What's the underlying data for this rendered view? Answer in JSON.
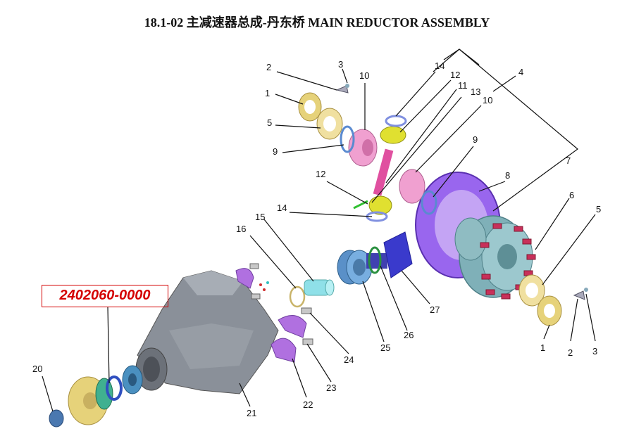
{
  "title": "18.1-02  主减速器总成-丹东桥  MAIN REDUCTOR ASSEMBLY",
  "part_number": "2402060-0000",
  "callouts": {
    "c1a": "1",
    "c2a": "2",
    "c3a": "3",
    "c10a": "10",
    "c14a": "14",
    "c12a": "12",
    "c4": "4",
    "c11": "11",
    "c13": "13",
    "c10b": "10",
    "c5a": "5",
    "c9a": "9",
    "c9b": "9",
    "c12b": "12",
    "c8": "8",
    "c7": "7",
    "c6": "6",
    "c5b": "5",
    "c14b": "14",
    "c16": "16",
    "c15": "15",
    "c1b": "1",
    "c2b": "2",
    "c3b": "3",
    "c27": "27",
    "c26": "26",
    "c25": "25",
    "c24": "24",
    "c23": "23",
    "c22": "22",
    "c21": "21",
    "c20": "20"
  },
  "colors": {
    "housing": "#8a9099",
    "gear_purple": "#9966ee",
    "bearing_yellow": "#e6d27a",
    "carrier_teal": "#7fb0b8",
    "pink": "#f0a0d0",
    "callout_red": "#d40000"
  }
}
